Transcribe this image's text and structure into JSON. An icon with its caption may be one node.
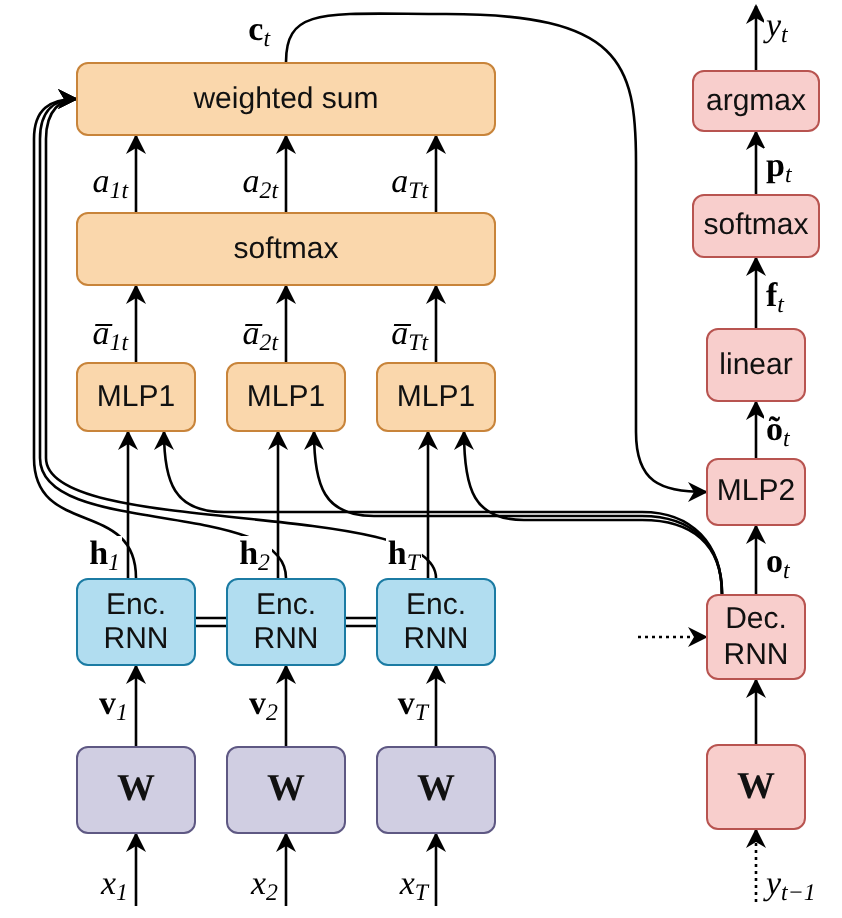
{
  "diagram": {
    "nodes": [
      {
        "text": [
          "weighted sum"
        ]
      },
      {
        "text": [
          "softmax"
        ]
      },
      {
        "text": [
          "MLP1"
        ]
      },
      {
        "text": [
          "MLP1"
        ]
      },
      {
        "text": [
          "MLP1"
        ]
      },
      {
        "text": [
          "Enc. RNN"
        ]
      },
      {
        "text": [
          "Enc. RNN"
        ]
      },
      {
        "text": [
          "Enc. RNN"
        ]
      },
      {
        "text": [
          "W"
        ]
      },
      {
        "text": [
          "W"
        ]
      },
      {
        "text": [
          "W"
        ]
      },
      {
        "text": [
          "argmax"
        ]
      },
      {
        "text": [
          "softmax"
        ]
      },
      {
        "text": [
          "linear"
        ]
      },
      {
        "text": [
          "MLP2"
        ]
      },
      {
        "text": [
          "Dec. RNN"
        ]
      },
      {
        "text": [
          "W"
        ]
      }
    ],
    "edges": [
      {
        "from": 8,
        "to": 5,
        "arrow": "to",
        "label": "**v**$_{1}$"
      },
      {
        "from": 9,
        "to": 6,
        "arrow": "to",
        "label": "**v**$_{2}$"
      },
      {
        "from": 10,
        "to": 7,
        "arrow": "to",
        "label": "**v**$_{T}$"
      },
      {
        "from": null,
        "to": 8,
        "arrow": "to",
        "label": "x$_{1}$"
      },
      {
        "from": null,
        "to": 9,
        "arrow": "to",
        "label": "x$_{2}$"
      },
      {
        "from": null,
        "to": 10,
        "arrow": "to",
        "label": "x$_{T}$"
      },
      {
        "from": 5,
        "to": 6,
        "arrow": "none"
      },
      {
        "from": 6,
        "to": 7,
        "arrow": "none"
      },
      {
        "from": 5,
        "to": 2,
        "arrow": "to",
        "label": "**h**$_{1}$"
      },
      {
        "from": 6,
        "to": 3,
        "arrow": "to",
        "label": "**h**$_{2}$"
      },
      {
        "from": 7,
        "to": 4,
        "arrow": "to",
        "label": "**h**$_{T}$"
      },
      {
        "from": 5,
        "to": 0,
        "arrow": "to"
      },
      {
        "from": 6,
        "to": 0,
        "arrow": "to"
      },
      {
        "from": 7,
        "to": 0,
        "arrow": "to"
      },
      {
        "from": 15,
        "to": 2,
        "arrow": "to"
      },
      {
        "from": 15,
        "to": 3,
        "arrow": "to"
      },
      {
        "from": 15,
        "to": 4,
        "arrow": "to"
      },
      {
        "from": 2,
        "to": 1,
        "arrow": "to",
        "label": "a̅$_{1t}$"
      },
      {
        "from": 3,
        "to": 1,
        "arrow": "to",
        "label": "a̅$_{2t}$"
      },
      {
        "from": 4,
        "to": 1,
        "arrow": "to",
        "label": "a̅$_{Tt}$"
      },
      {
        "from": 1,
        "to": 0,
        "arrow": "to",
        "label": "a$_{1t}$"
      },
      {
        "from": 1,
        "to": 0,
        "arrow": "to",
        "label": "a$_{2t}$"
      },
      {
        "from": 1,
        "to": 0,
        "arrow": "to",
        "label": "a$_{Tt}$"
      },
      {
        "from": 0,
        "to": 14,
        "arrow": "to",
        "label": "**c**$_{t}$"
      },
      {
        "from": 16,
        "to": 15,
        "arrow": "to"
      },
      {
        "from": null,
        "to": 16,
        "arrow": "to",
        "label": "y$_{t−1}$",
        "style": "dashed"
      },
      {
        "from": null,
        "to": 15,
        "arrow": "to",
        "style": "dashed"
      },
      {
        "from": 15,
        "to": 14,
        "arrow": "to",
        "label": "**o**$_{t}$"
      },
      {
        "from": 14,
        "to": 13,
        "arrow": "to",
        "label": "**õ**$_{t}$"
      },
      {
        "from": 13,
        "to": 12,
        "arrow": "to",
        "label": "**f**$_{t}$"
      },
      {
        "from": 12,
        "to": 11,
        "arrow": "to",
        "label": "**p**$_{t}$"
      },
      {
        "from": 11,
        "to": null,
        "arrow": "to",
        "label": "y$_{t}$"
      }
    ]
  }
}
